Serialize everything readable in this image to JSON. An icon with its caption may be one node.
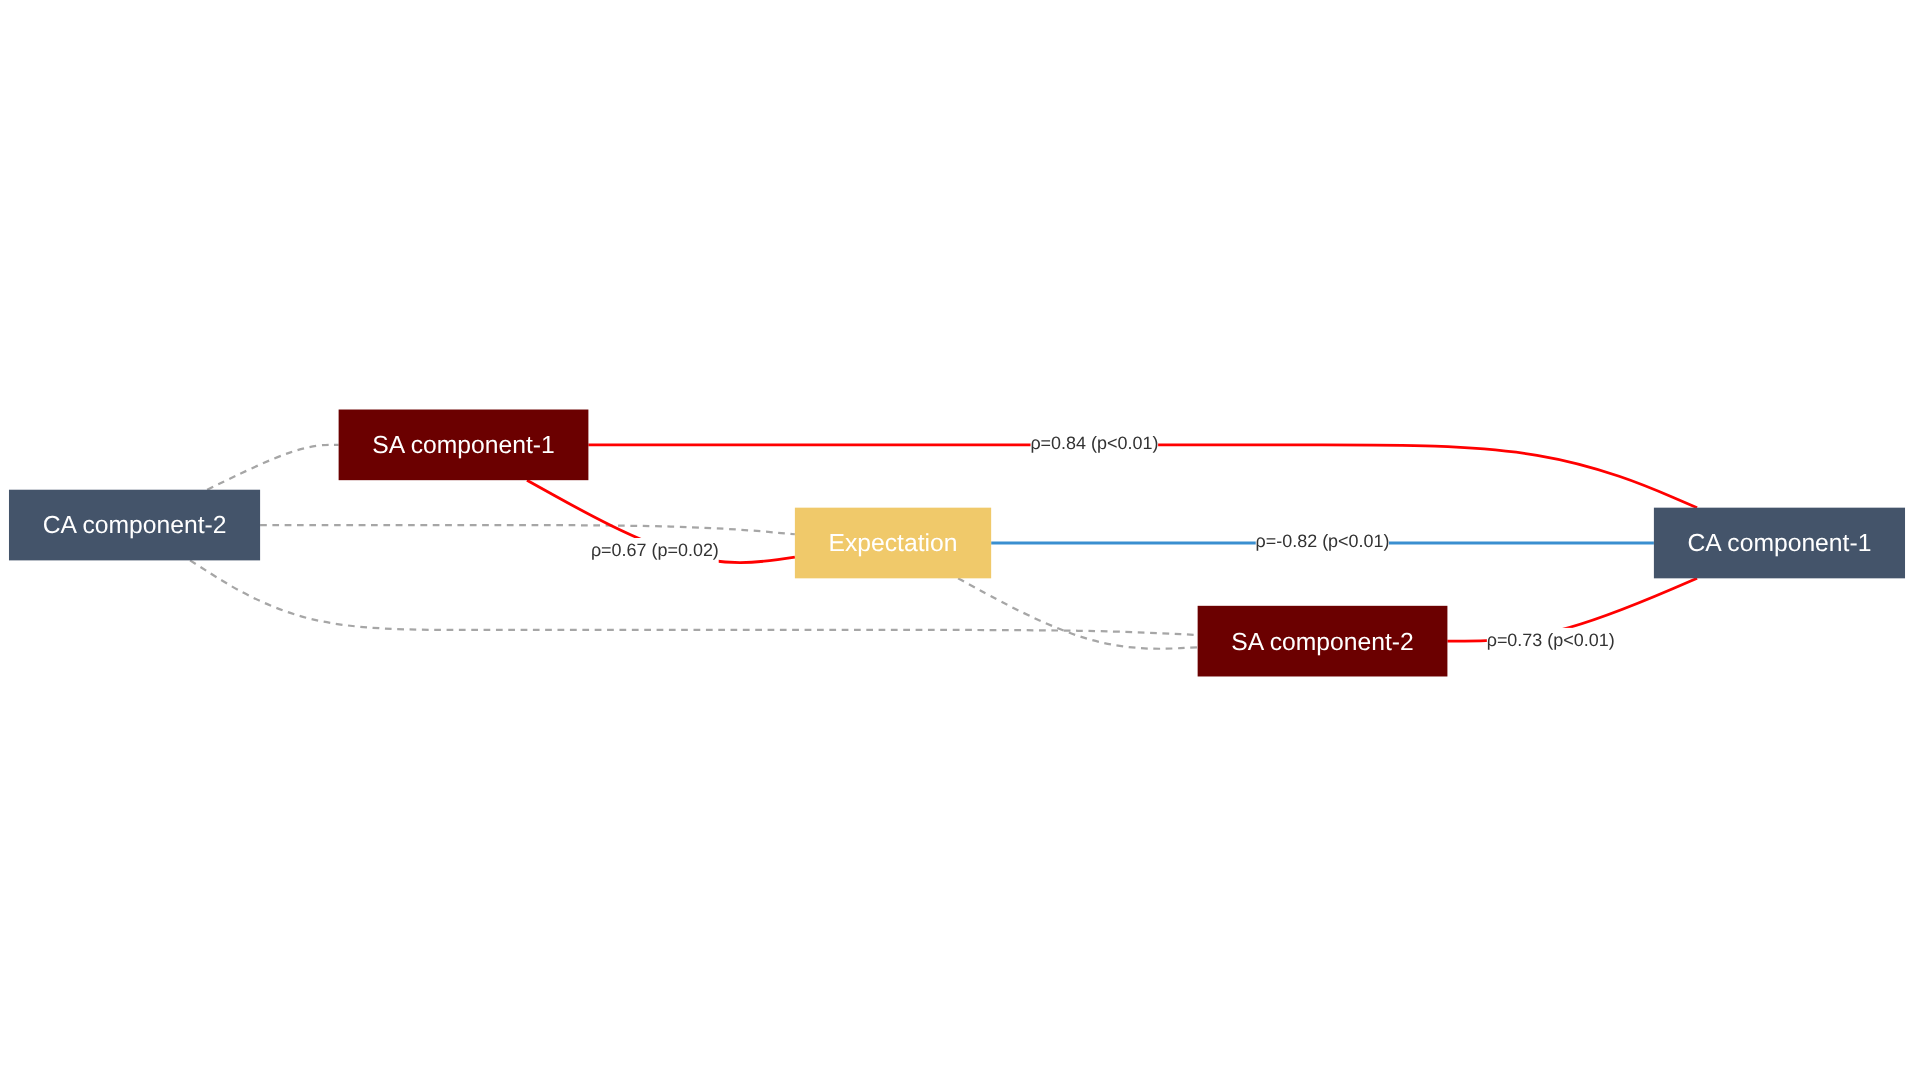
{
  "diagram": {
    "nodes": [
      {
        "text": [
          "SA component-1"
        ]
      },
      {
        "text": [
          "CA component-2"
        ]
      },
      {
        "text": [
          "Expectation"
        ]
      },
      {
        "text": [
          "CA component-1"
        ]
      },
      {
        "text": [
          "SA component-2"
        ]
      }
    ],
    "edges": [
      {
        "from": 1,
        "to": 0,
        "arrow": "none",
        "style": "dashed"
      },
      {
        "from": 1,
        "to": 2,
        "arrow": "none",
        "style": "dashed"
      },
      {
        "from": 1,
        "to": 4,
        "arrow": "none",
        "style": "dashed"
      },
      {
        "from": 0,
        "to": 2,
        "arrow": "none",
        "label": "ρ=0.67 (p=0.02)",
        "color": "#ff0000"
      },
      {
        "from": 2,
        "to": 4,
        "arrow": "none",
        "style": "dashed"
      },
      {
        "from": 0,
        "to": 3,
        "arrow": "none",
        "label": "ρ=0.84 (p<0.01)",
        "color": "#ff0000"
      },
      {
        "from": 2,
        "to": 3,
        "arrow": "none",
        "label": "ρ=-0.82 (p<0.01)",
        "color": "#3a8fd0"
      },
      {
        "from": 4,
        "to": 3,
        "arrow": "none",
        "label": "ρ=0.73 (p<0.01)",
        "color": "#ff0000"
      }
    ]
  }
}
